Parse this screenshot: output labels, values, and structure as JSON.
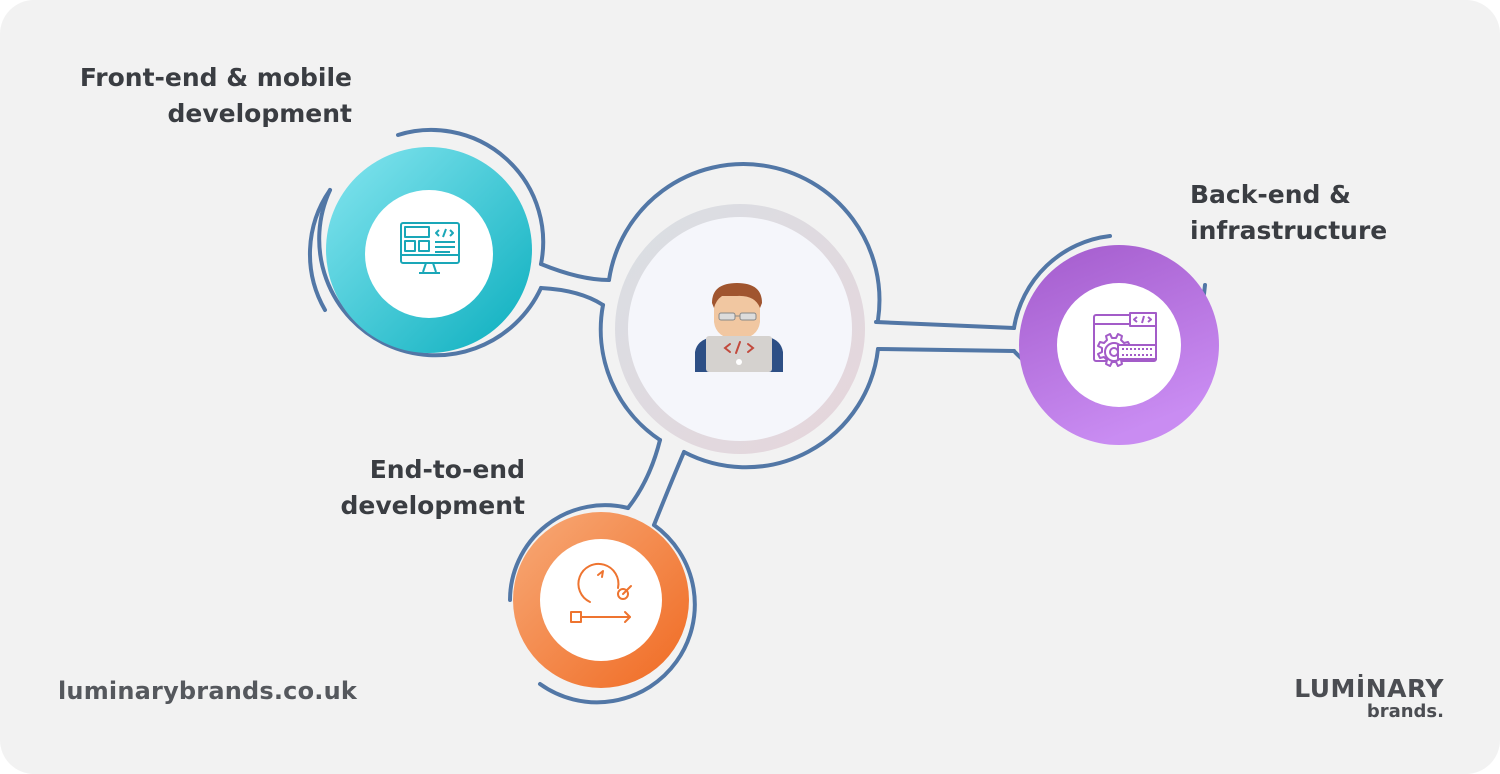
{
  "nodes": {
    "frontend": {
      "label_line1": "Front-end & mobile",
      "label_line2": "development",
      "icon": "code-monitor-icon",
      "color_start": "#7ee3ee",
      "color_end": "#0fb0bf"
    },
    "backend": {
      "label_line1": "Back-end &",
      "label_line2": "infrastructure",
      "icon": "gear-code-window-icon",
      "color_start": "#a55fcd",
      "color_end": "#c487f0"
    },
    "endtoend": {
      "label_line1": "End-to-end",
      "label_line2": "development",
      "icon": "cycle-flow-icon",
      "color_start": "#f6a46e",
      "color_end": "#f26f2a"
    },
    "center": {
      "icon": "developer-avatar-icon"
    }
  },
  "connector_color": "#5277a6",
  "footer": {
    "website": "luminarybrands.co.uk",
    "logo_word": "LUMİNARY",
    "logo_sub": "brands."
  }
}
